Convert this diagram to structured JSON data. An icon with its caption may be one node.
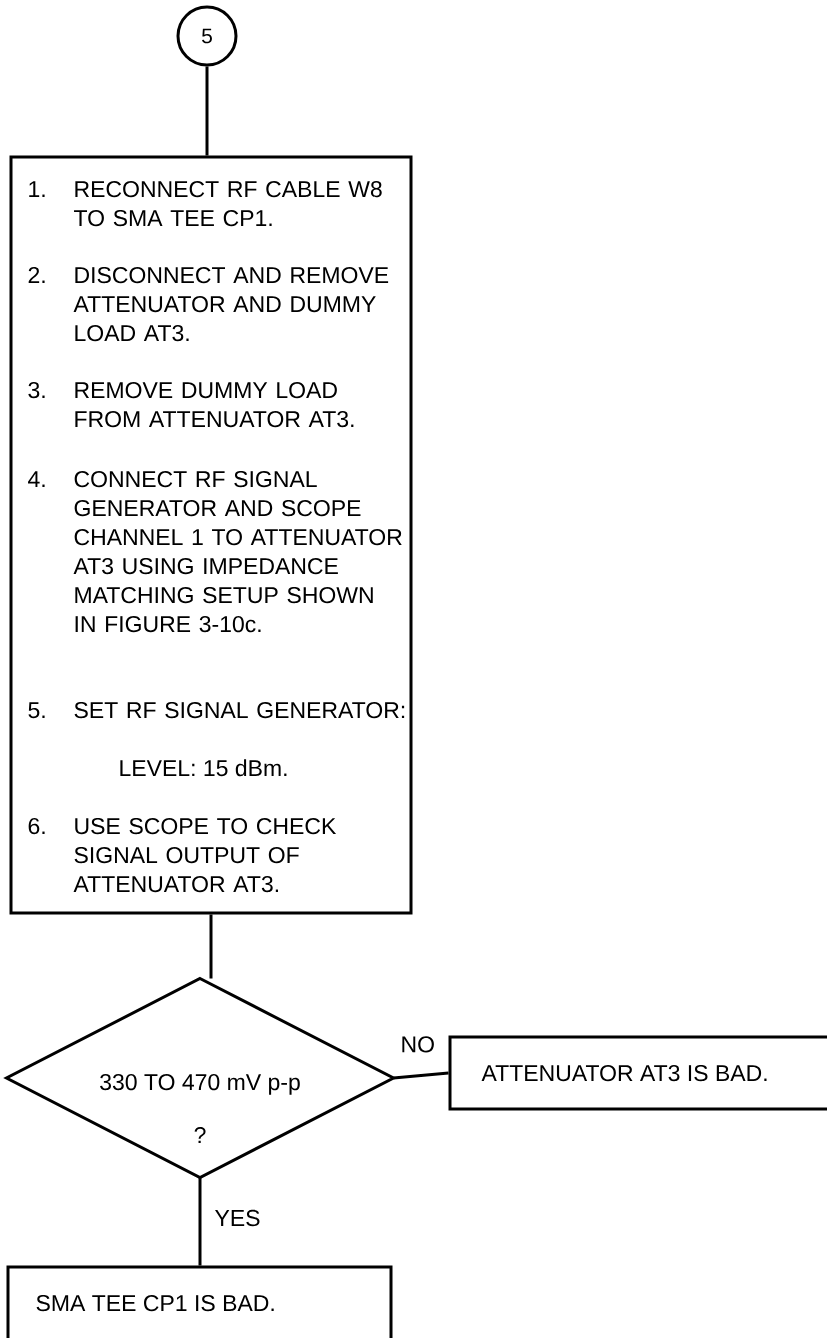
{
  "diagram": {
    "nodes": [
      {
        "text": [
          "5"
        ]
      },
      {
        "text": [
          "1.",
          "RECONNECT RF CABLE W8 TO SMA TEE CP1.",
          "2.",
          "DISCONNECT AND REMOVE ATTENUATOR AND DUMMY LOAD AT3.",
          "3.",
          "REMOVE DUMMY LOAD FROM ATTENUATOR AT3.",
          "4.",
          "CONNECT RF SIGNAL GENERATOR AND SCOPE CHANNEL 1 TO ATTENUATOR AT3 USING IMPEDANCE MATCHING SETUP SHOWN IN FIGURE 3-10c.",
          "5.",
          "SET RF SIGNAL GENERATOR:",
          "LEVEL:  15 dBm.",
          "6.",
          "USE SCOPE TO CHECK SIGNAL OUTPUT OF ATTENUATOR AT3."
        ]
      },
      {
        "text": [
          "330 TO 470 mV p-p",
          "?"
        ]
      },
      {
        "text": [
          "ATTENUATOR AT3 IS BAD."
        ]
      },
      {
        "text": [
          "SMA TEE CP1 IS BAD."
        ]
      }
    ],
    "edges": [
      {
        "from": 0,
        "to": 1,
        "arrow": "none"
      },
      {
        "from": 1,
        "to": 2,
        "arrow": "none"
      },
      {
        "from": 2,
        "to": 3,
        "arrow": "none",
        "label": "NO"
      },
      {
        "from": 2,
        "to": 4,
        "arrow": "none",
        "label": "YES"
      }
    ]
  }
}
